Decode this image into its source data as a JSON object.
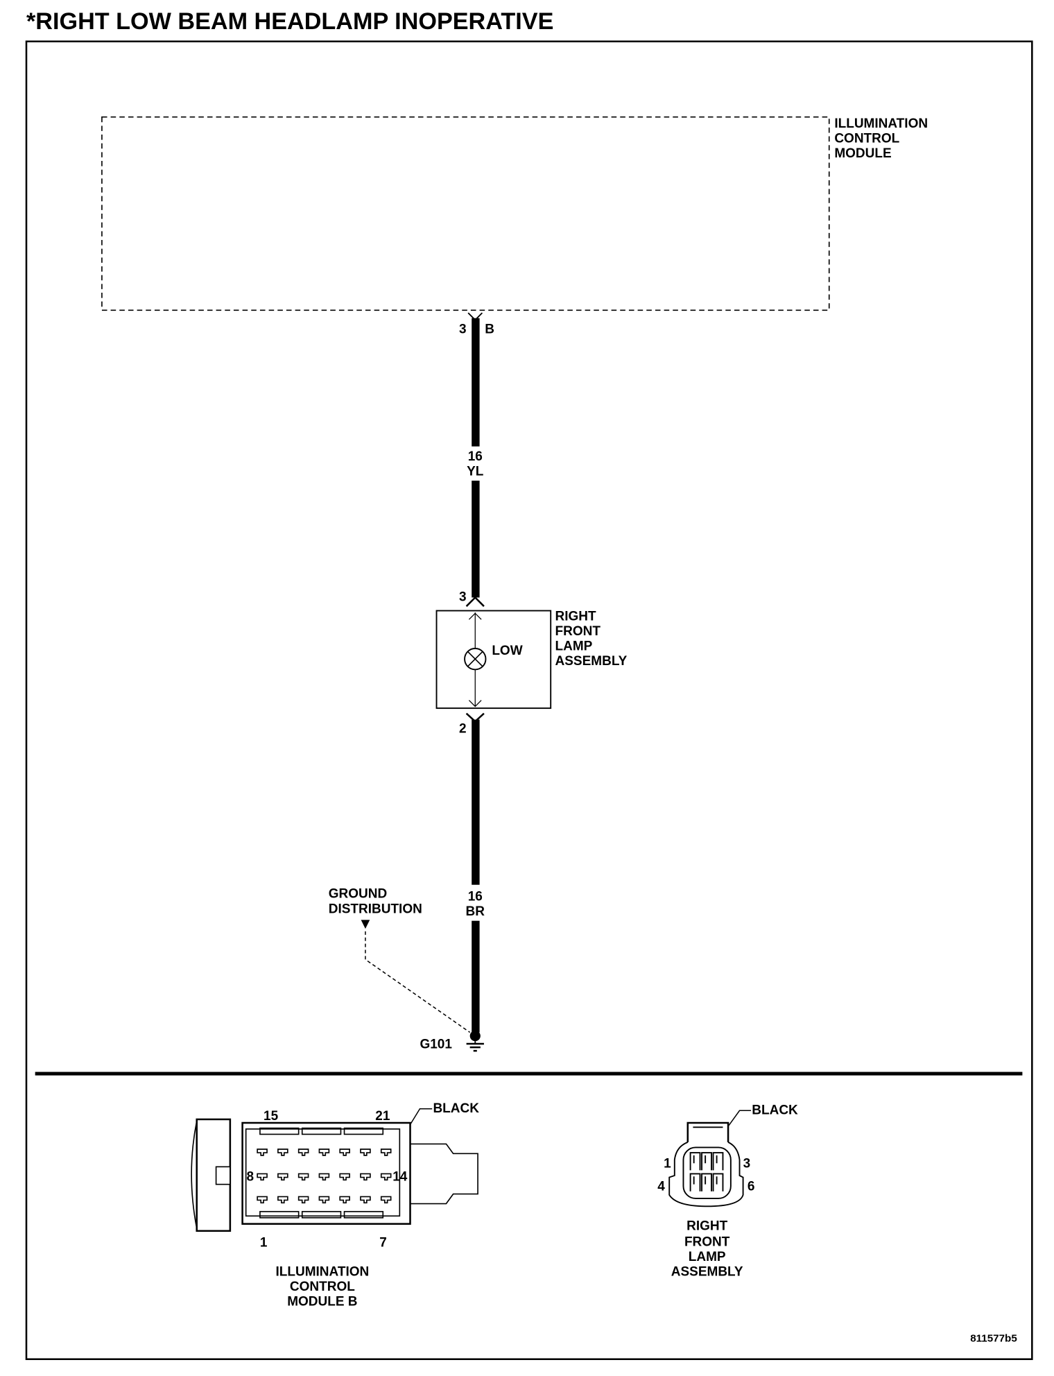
{
  "title": "*RIGHT LOW BEAM HEADLAMP INOPERATIVE",
  "module": {
    "lines": [
      "ILLUMINATION",
      "CONTROL",
      "MODULE"
    ]
  },
  "top_connector": {
    "pin": "3",
    "letter": "B"
  },
  "wire_top": {
    "gauge": "16",
    "color": "YL"
  },
  "lamp": {
    "pin_in": "3",
    "pin_out": "2",
    "bulb_label": "LOW",
    "lines": [
      "RIGHT",
      "FRONT",
      "LAMP",
      "ASSEMBLY"
    ]
  },
  "wire_bottom": {
    "gauge": "16",
    "color": "BR"
  },
  "ground": {
    "lines": [
      "GROUND",
      "DISTRIBUTION"
    ],
    "id": "G101"
  },
  "connector_icm": {
    "color_label": "BLACK",
    "pins": {
      "top_left": "15",
      "top_right": "21",
      "mid_left": "8",
      "mid_right": "14",
      "bottom_left": "1",
      "bottom_right": "7"
    },
    "lines": [
      "ILLUMINATION",
      "CONTROL",
      "MODULE B"
    ]
  },
  "connector_lamp": {
    "color_label": "BLACK",
    "pins": {
      "p1": "1",
      "p3": "3",
      "p4": "4",
      "p6": "6"
    },
    "lines": [
      "RIGHT",
      "FRONT",
      "LAMP",
      "ASSEMBLY"
    ]
  },
  "figure_id": "811577b5"
}
